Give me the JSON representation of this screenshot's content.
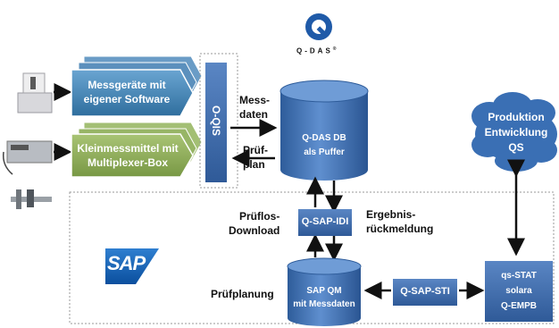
{
  "logo": {
    "text": "Q-DAS",
    "registered": "®"
  },
  "devices": {
    "measuring": "Messgeräte mit\neigener Software",
    "small": "Kleinmessmittel mit\nMultiplexer-Box"
  },
  "qis": "O-QIS",
  "arrows": {
    "messdaten": "Mess-\ndaten",
    "pruefplan": "Prüf-\nplan",
    "pruefplanung": "Prüfplanung",
    "download": "Prüflos-\nDownload",
    "feedback": "Ergebnis-\nrückmeldung"
  },
  "db": "Q-DAS DB\nals Puffer",
  "idi": "Q-SAP-IDI",
  "sap_logo": "SAP",
  "sapqm": "SAP QM\nmit Messdaten",
  "sti": "Q-SAP-STI",
  "cloud": "Produktion\nEntwicklung\nQS",
  "qsstat": "qs-STAT\nsolara\nQ-EMPB",
  "colors": {
    "blue_box": "#3f81b0",
    "green_box": "#8fae5a",
    "cylinder": "#3f6fb0",
    "dark_box": "#3a66a8"
  }
}
